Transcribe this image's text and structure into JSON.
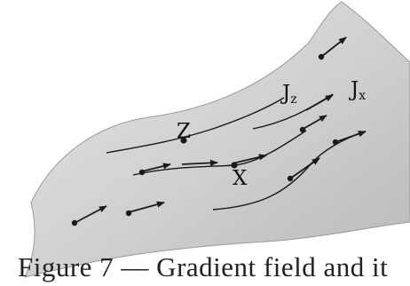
{
  "figure": {
    "labels": {
      "point_z": "Z",
      "point_x": "X",
      "curve_jz": {
        "main": "J",
        "sub": "z"
      },
      "curve_jx": {
        "main": "J",
        "sub": "x"
      }
    },
    "colors": {
      "surface": "#cfcfcf",
      "surface_edge": "#9a9a9a",
      "ink": "#1a1a1a"
    }
  },
  "caption": {
    "text": "Figure 7 — Gradient field and it"
  }
}
